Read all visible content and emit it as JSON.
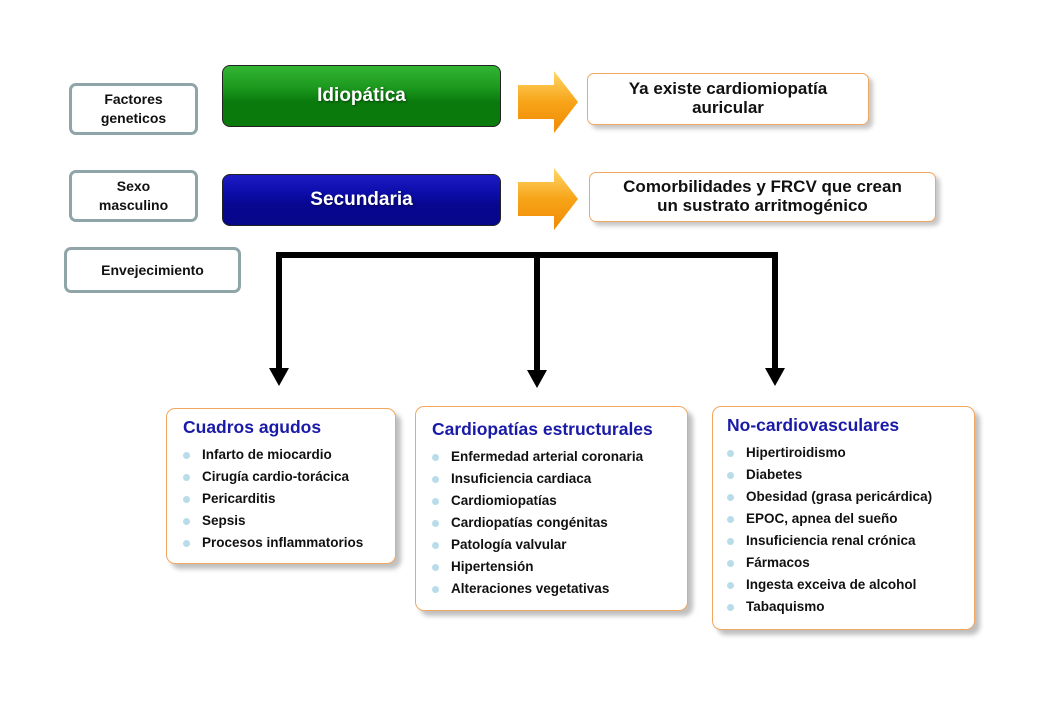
{
  "risk_factors": [
    {
      "label": "Factores\ngeneticos"
    },
    {
      "label": "Sexo\nmasculino"
    },
    {
      "label": "Envejecimiento"
    }
  ],
  "types": [
    {
      "label": "Idiopática",
      "color": "#0a7a0d",
      "result": "Ya existe cardiomiopatía\nauricular"
    },
    {
      "label": "Secundaria",
      "color": "#07078a",
      "result": "Comorbilidades y FRCV que crean\nun sustrato arritmogénico"
    }
  ],
  "categories": [
    {
      "title": "Cuadros agudos",
      "items": [
        "Infarto de miocardio",
        "Cirugía cardio-torácica",
        "Pericarditis",
        "Sepsis",
        "Procesos inflammatorios"
      ]
    },
    {
      "title": "Cardiopatías estructurales",
      "items": [
        "Enfermedad arterial coronaria",
        "Insuficiencia cardiaca",
        "Cardiomiopatías",
        "Cardiopatías congénitas",
        "Patología valvular",
        "Hipertensión",
        "Alteraciones vegetativas"
      ]
    },
    {
      "title": "No-cardiovasculares",
      "items": [
        "Hipertiroidismo",
        "Diabetes",
        "Obesidad (grasa pericárdica)",
        "EPOC, apnea del sueño",
        "Insuficiencia renal crónica",
        "Fármacos",
        "Ingesta exceiva de alcohol",
        "Tabaquismo"
      ]
    }
  ],
  "colors": {
    "arrow_orange": "#f59a10",
    "title_blue": "#1a1aa8",
    "bullet": "#b9dcea",
    "border_teal": "#8fa5a8"
  }
}
